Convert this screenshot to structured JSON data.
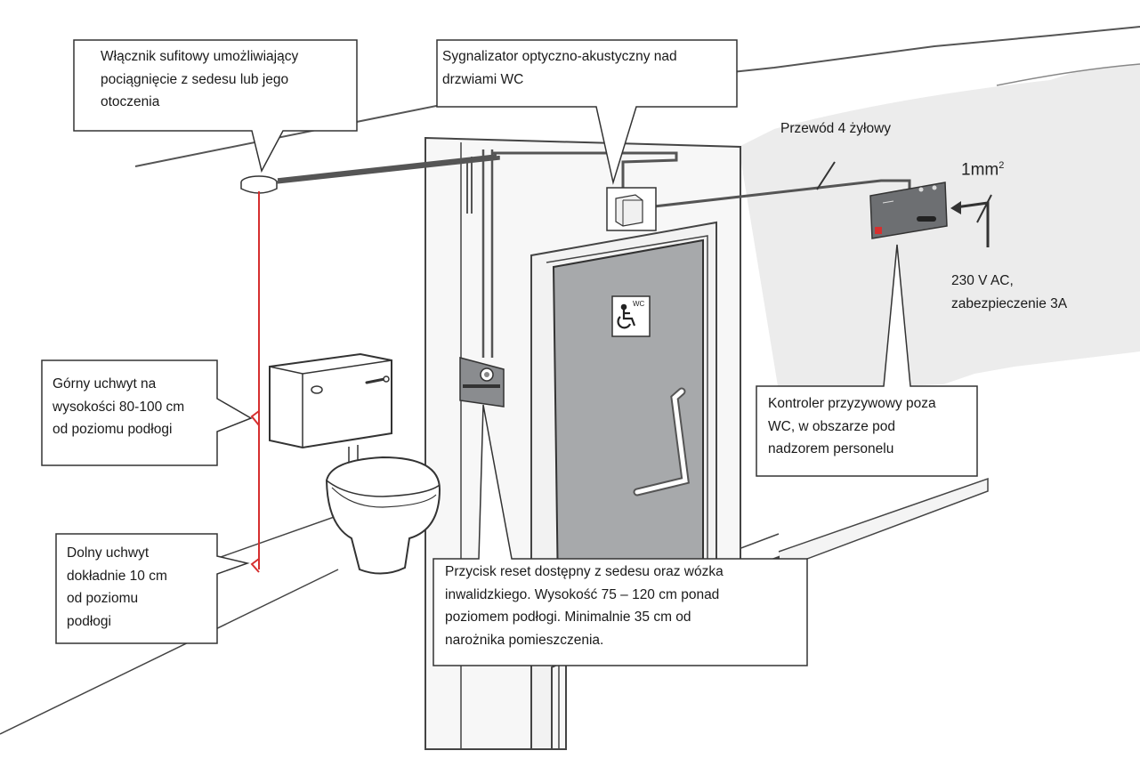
{
  "callouts": {
    "ceiling_switch": "Włącznik sufitowy umożliwiający\npociągnięcie z sedesu lub jego\notoczenia",
    "signaller": "Sygnalizator optyczno-akustyczny nad\ndrzwiami WC",
    "upper_handle": "Górny uchwyt na\nwysokości 80-100 cm\nod poziomu podłogi",
    "lower_handle": "Dolny uchwyt\ndokładnie 10 cm\nod poziomu\npodłogi",
    "reset_button": "Przycisk reset dostępny z sedesu oraz wózka\ninwalidzkiego. Wysokość 75 – 120 cm ponad\npoziomem podłogi. Minimalnie 35 cm od\nnarożnika pomieszczenia.",
    "controller": "Kontroler przyzywowy poza\nWC, w obszarze pod\nnadzorem personelu"
  },
  "labels": {
    "cable": "Przewód 4 żyłowy",
    "cross_section_value": "1mm",
    "cross_section_exp": "2",
    "power": "230 V AC,\nzabezpieczenie 3A",
    "door_sign": "WC"
  },
  "colors": {
    "pull_cord": "#d62f2f",
    "wire": "#555555",
    "outline": "#333333",
    "shading": "#e8e8e8",
    "door": "#a7a9ab"
  },
  "icons": {
    "door_sign": "wheelchair-icon"
  }
}
